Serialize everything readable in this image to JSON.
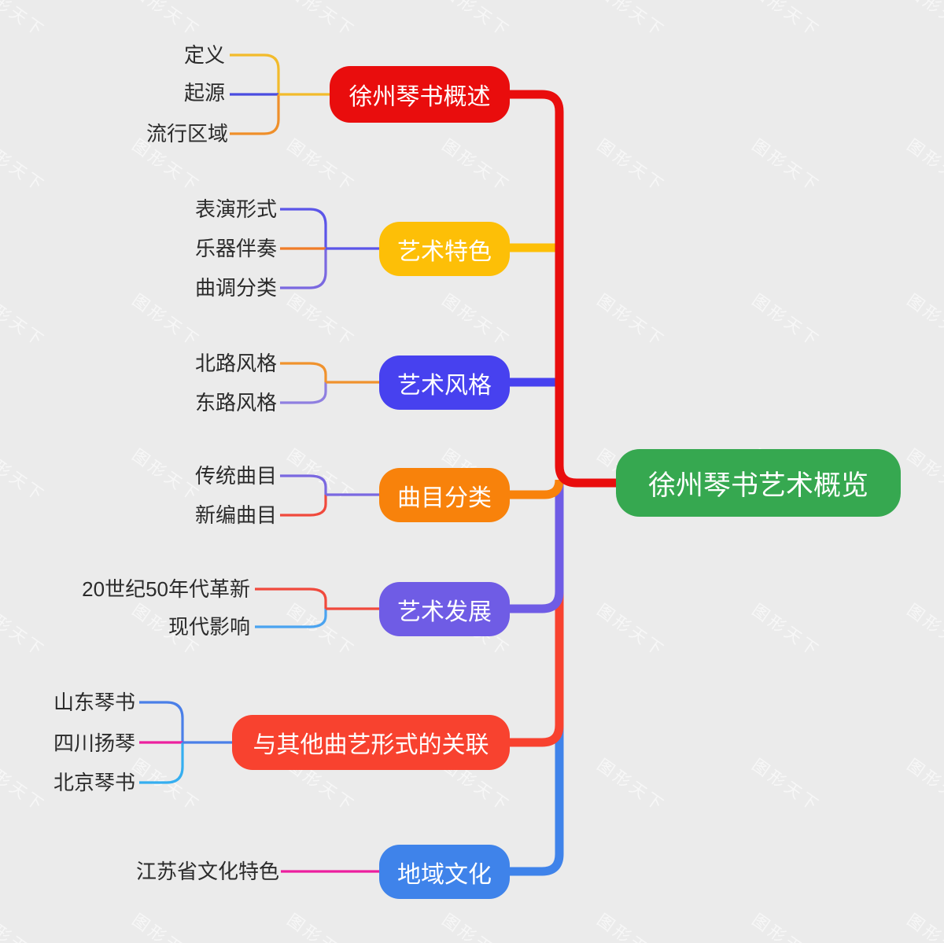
{
  "canvas": {
    "background_color": "#ebebeb",
    "watermark_text": "图形天下"
  },
  "root": {
    "label": "徐州琴书艺术概览",
    "color": "#36a850"
  },
  "branches": [
    {
      "label": "徐州琴书概述",
      "color": "#e90d0d",
      "edge_color": "#e90d0d",
      "link_color": "#f2bb2b",
      "children": [
        {
          "label": "定义",
          "line_color": "#f2bb2b"
        },
        {
          "label": "起源",
          "line_color": "#4a4ce0"
        },
        {
          "label": "流行区域",
          "line_color": "#ef8f2a"
        }
      ]
    },
    {
      "label": "艺术特色",
      "color": "#fdbf07",
      "edge_color": "#fdbf07",
      "link_color": "#5b55e8",
      "children": [
        {
          "label": "表演形式",
          "line_color": "#5b55e8"
        },
        {
          "label": "乐器伴奏",
          "line_color": "#f07c28"
        },
        {
          "label": "曲调分类",
          "line_color": "#7a68e0"
        }
      ]
    },
    {
      "label": "艺术风格",
      "color": "#4741ef",
      "edge_color": "#4741ef",
      "link_color": "#f0922d",
      "children": [
        {
          "label": "北路风格",
          "line_color": "#f0922d"
        },
        {
          "label": "东路风格",
          "line_color": "#8f7fe0"
        }
      ]
    },
    {
      "label": "曲目分类",
      "color": "#f8820b",
      "edge_color": "#f8820b",
      "link_color": "#7a68e0",
      "children": [
        {
          "label": "传统曲目",
          "line_color": "#7a68e0"
        },
        {
          "label": "新编曲目",
          "line_color": "#f0493c"
        }
      ]
    },
    {
      "label": "艺术发展",
      "color": "#6f5ce5",
      "edge_color": "#6f5ce5",
      "link_color": "#f0493c",
      "children": [
        {
          "label": "20世纪50年代革新",
          "line_color": "#f0493c"
        },
        {
          "label": "现代影响",
          "line_color": "#4aa3f0"
        }
      ]
    },
    {
      "label": "与其他曲艺形式的关联",
      "color": "#f8422f",
      "edge_color": "#f8422f",
      "link_color": "#4a7fe8",
      "children": [
        {
          "label": "山东琴书",
          "line_color": "#4a7fe8"
        },
        {
          "label": "四川扬琴",
          "line_color": "#ec1f9e"
        },
        {
          "label": "北京琴书",
          "line_color": "#35aef0"
        }
      ]
    },
    {
      "label": "地域文化",
      "color": "#3f83ea",
      "edge_color": "#3f83ea",
      "link_color": "#ec1f9e",
      "children": [
        {
          "label": "江苏省文化特色",
          "line_color": "#ec1f9e"
        }
      ]
    }
  ]
}
